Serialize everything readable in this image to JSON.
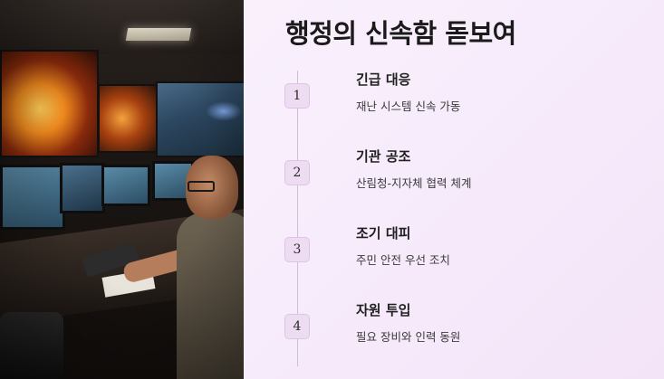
{
  "slide": {
    "title": "행정의 신속함 돋보여",
    "photo_icon": "emergency-control-room-photo",
    "steps": [
      {
        "number": "1",
        "title": "긴급 대응",
        "description": "재난 시스템 신속 가동"
      },
      {
        "number": "2",
        "title": "기관 공조",
        "description": "산림청-지자체 협력 체계"
      },
      {
        "number": "3",
        "title": "조기 대피",
        "description": "주민 안전 우선 조치"
      },
      {
        "number": "4",
        "title": "자원 투입",
        "description": "필요 장비와 인력 동원"
      }
    ]
  },
  "colors": {
    "background": "#f7ecfb",
    "badge_fill": "#eedcf3",
    "badge_border": "#dcc6e4",
    "timeline": "#cdbfd4",
    "title_text": "#1a1a1a"
  }
}
